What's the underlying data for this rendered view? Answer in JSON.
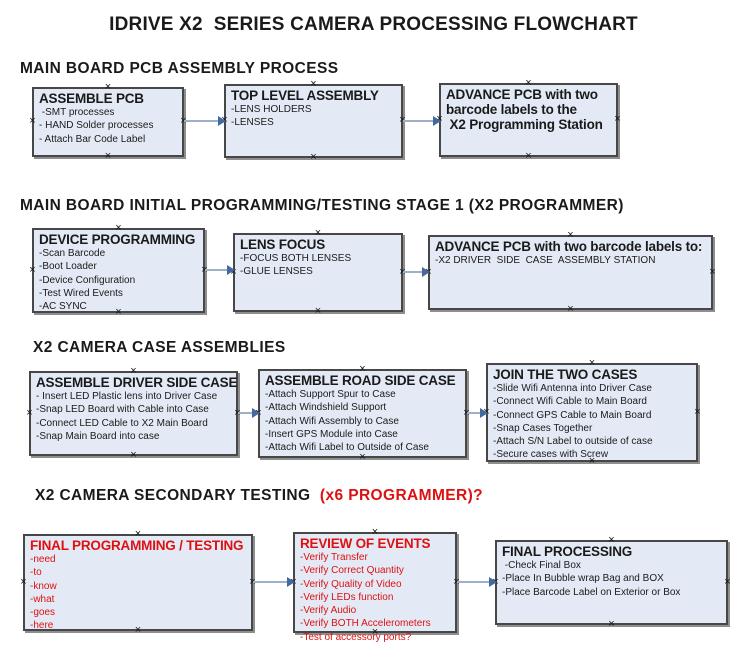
{
  "glyphs": {
    "handle": "×"
  },
  "colors": {
    "box-fill": "#e4eaf5",
    "box-border": "#474747",
    "box-shadow": "#8e8e8e",
    "arrow-line": "#9bb0ca",
    "arrow-head": "#44699e",
    "red": "#dd1111"
  },
  "title": "IDRIVE X2  SERIES CAMERA PROCESSING FLOWCHART",
  "sections": [
    {
      "heading": "MAIN BOARD PCB ASSEMBLY PROCESS",
      "boxes": [
        {
          "title": "ASSEMBLE PCB",
          "items": [
            " -SMT processes",
            "- HAND Solder processes",
            "- Attach Bar Code Label"
          ]
        },
        {
          "title": "TOP LEVEL ASSEMBLY",
          "items": [
            "-LENS HOLDERS",
            "-LENSES"
          ]
        },
        {
          "title": "ADVANCE PCB with two\nbarcode labels to the\n X2 Programming Station",
          "items": []
        }
      ]
    },
    {
      "heading": "MAIN BOARD INITIAL PROGRAMMING/TESTING STAGE 1 (X2 PROGRAMMER)",
      "boxes": [
        {
          "title": "DEVICE PROGRAMMING",
          "items": [
            "-Scan Barcode",
            "-Boot Loader",
            "-Device Configuration",
            "-Test Wired Events",
            "-AC SYNC"
          ]
        },
        {
          "title": "LENS FOCUS",
          "items": [
            "-FOCUS BOTH LENSES",
            "-GLUE LENSES"
          ]
        },
        {
          "title": "ADVANCE PCB with two barcode labels to:",
          "items": [
            "-X2 DRIVER  SIDE  CASE  ASSEMBLY STATION"
          ]
        }
      ]
    },
    {
      "heading": "X2 CAMERA CASE ASSEMBLIES",
      "boxes": [
        {
          "title": "ASSEMBLE DRIVER SIDE CASE",
          "items": [
            "- Insert LED Plastic lens into Driver Case",
            "-Snap LED Board with Cable into Case",
            "-Connect LED Cable to X2 Main Board",
            "-Snap Main Board into case"
          ]
        },
        {
          "title": "ASSEMBLE ROAD SIDE CASE",
          "items": [
            "-Attach Support Spur to Case",
            "-Attach Windshield Support",
            "-Attach Wifi Assembly to Case",
            "-Insert GPS Module into Case",
            "-Attach Wifi Label to Outside of Case"
          ]
        },
        {
          "title": "JOIN THE TWO CASES",
          "items": [
            "-Slide Wifi Antenna into Driver Case",
            "-Connect Wifi Cable to Main Board",
            "-Connect GPS Cable to Main Board",
            "-Snap Cases Together",
            "-Attach S/N Label to outside of case",
            "-Secure cases with Screw"
          ]
        }
      ]
    },
    {
      "heading": "X2 CAMERA SECONDARY TESTING  ",
      "heading_red": "(x6 PROGRAMMER)?",
      "boxes": [
        {
          "title": "FINAL PROGRAMMING / TESTING",
          "items": [
            "-need",
            "-to",
            "-know",
            "-what",
            "-goes",
            "-here"
          ]
        },
        {
          "title": "REVIEW OF EVENTS",
          "items": [
            "-Verify Transfer",
            "-Verify Correct Quantity",
            "-Verify Quality of Video",
            "-Verify LEDs function",
            "-Verify Audio",
            "-Verify BOTH Accelerometers",
            "-Test of accessory ports?"
          ]
        },
        {
          "title": "FINAL PROCESSING",
          "items": [
            " -Check Final Box",
            "-Place In Bubble wrap Bag and BOX",
            "-Place Barcode Label on Exterior or Box"
          ]
        }
      ]
    }
  ]
}
